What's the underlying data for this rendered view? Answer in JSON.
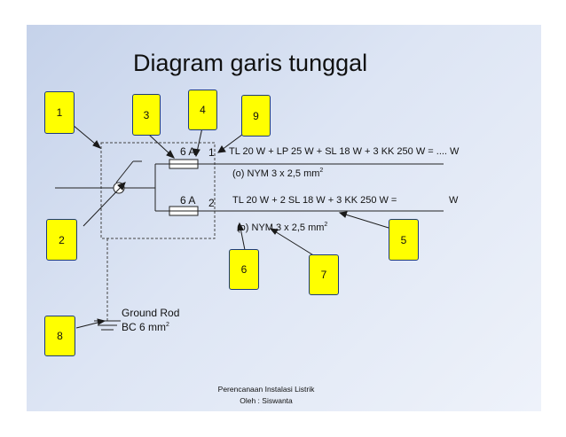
{
  "title": "Diagram garis tunggal",
  "circuits": [
    {
      "fuse": "6 A",
      "number": "1",
      "load": "TL 20 W + LP 25 W + SL 18 W + 3 KK 250 W = .... W",
      "cable": "(o) NYM 3 x 2,5 mm",
      "cable_sup": "2"
    },
    {
      "fuse": "6 A",
      "number": "2",
      "load": "TL 20 W + 2 SL 18 W + 3 KK 250 W  =",
      "unit": "W",
      "cable": "(o) NYM 3 x 2,5 mm",
      "cable_sup": "2"
    }
  ],
  "ground": {
    "label": "Ground Rod",
    "size": "BC 6 mm",
    "size_sup": "2"
  },
  "badges": {
    "b1": "1",
    "b2": "2",
    "b3": "3",
    "b4": "4",
    "b5": "5",
    "b6": "6",
    "b7": "7",
    "b8": "8",
    "b9": "9"
  },
  "footer": {
    "line1": "Perencanaan Instalasi Listrik",
    "line2": "Oleh : Siswanta"
  }
}
